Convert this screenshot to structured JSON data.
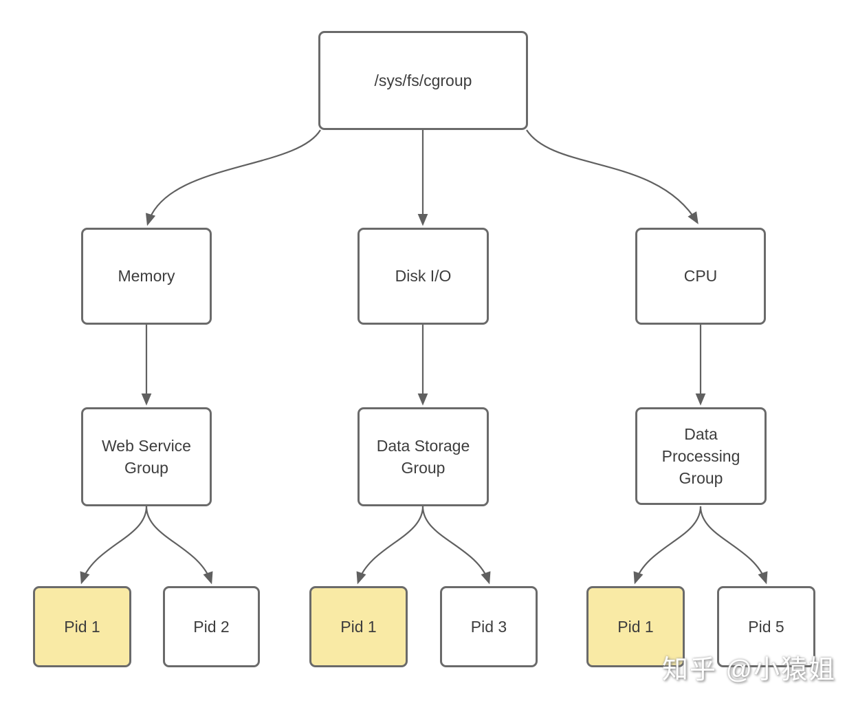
{
  "diagram": {
    "nodes": {
      "root": {
        "lines": [
          "/sys/fs/cgroup"
        ]
      },
      "memory": {
        "lines": [
          "Memory"
        ]
      },
      "disk_io": {
        "lines": [
          "Disk I/O"
        ]
      },
      "cpu": {
        "lines": [
          "CPU"
        ]
      },
      "web_service_group": {
        "lines": [
          "Web Service",
          "Group"
        ]
      },
      "data_storage_group": {
        "lines": [
          "Data Storage",
          "Group"
        ]
      },
      "data_processing_group": {
        "lines": [
          "Data",
          "Processing",
          "Group"
        ]
      },
      "pid1_memory": {
        "lines": [
          "Pid 1"
        ],
        "highlighted": true
      },
      "pid2": {
        "lines": [
          "Pid 2"
        ],
        "highlighted": false
      },
      "pid1_disk": {
        "lines": [
          "Pid 1"
        ],
        "highlighted": true
      },
      "pid3": {
        "lines": [
          "Pid 3"
        ],
        "highlighted": false
      },
      "pid1_cpu": {
        "lines": [
          "Pid 1"
        ],
        "highlighted": true
      },
      "pid5": {
        "lines": [
          "Pid 5"
        ],
        "highlighted": false
      }
    },
    "edges": [
      {
        "from": "/sys/fs/cgroup",
        "to": "Memory"
      },
      {
        "from": "/sys/fs/cgroup",
        "to": "Disk I/O"
      },
      {
        "from": "/sys/fs/cgroup",
        "to": "CPU"
      },
      {
        "from": "Memory",
        "to": "Web Service Group"
      },
      {
        "from": "Disk I/O",
        "to": "Data Storage Group"
      },
      {
        "from": "CPU",
        "to": "Data Processing Group"
      },
      {
        "from": "Web Service Group",
        "to": "Pid 1"
      },
      {
        "from": "Web Service Group",
        "to": "Pid 2"
      },
      {
        "from": "Data Storage Group",
        "to": "Pid 1"
      },
      {
        "from": "Data Storage Group",
        "to": "Pid 3"
      },
      {
        "from": "Data Processing Group",
        "to": "Pid 1"
      },
      {
        "from": "Data Processing Group",
        "to": "Pid 5"
      }
    ],
    "colors": {
      "background": "#ffffff",
      "box_fill": "#ffffff",
      "box_border": "#6a6a6a",
      "highlight_fill": "#f9eaa5",
      "arrow": "#606060",
      "text": "#3d3d3d",
      "watermark_text": "#ffffff"
    }
  },
  "watermark": {
    "text": "知乎 @小猿姐"
  }
}
